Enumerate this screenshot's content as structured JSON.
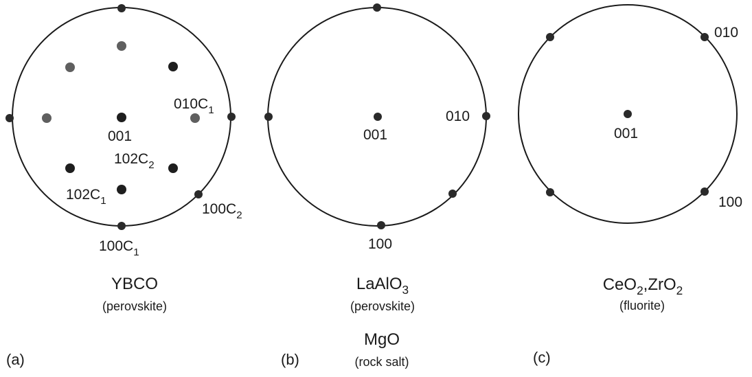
{
  "colors": {
    "line": "#1a1a1a",
    "dot_dark": "#1e1e1e",
    "dot_grey": "#5f5f5f",
    "text": "#1a1a1a"
  },
  "panels": [
    {
      "id": "a",
      "panel_label": "(a)",
      "material": "YBCO",
      "structure": "(perovskite)",
      "poles": {
        "p001": "001",
        "p010c1": {
          "base": "010C",
          "sub": "1"
        },
        "p102c2": {
          "base": "102C",
          "sub": "2"
        },
        "p102c1": {
          "base": "102C",
          "sub": "1"
        },
        "p100c2": {
          "base": "100C",
          "sub": "2"
        },
        "p100c1": {
          "base": "100C",
          "sub": "1"
        }
      }
    },
    {
      "id": "b",
      "panel_label": "(b)",
      "material": {
        "base": "LaAlO",
        "sub": "3"
      },
      "structure": "(perovskite)",
      "material2": "MgO",
      "structure2": "(rock salt)",
      "poles": {
        "p001": "001",
        "p010": "010",
        "p100": "100"
      }
    },
    {
      "id": "c",
      "panel_label": "(c)",
      "material": {
        "a": "CeO",
        "a_sub": "2",
        "sep": ",",
        "b": "ZrO",
        "b_sub": "2"
      },
      "structure": "(fluorite)",
      "poles": {
        "p001": "001",
        "p010": "010",
        "p100": "100"
      }
    }
  ]
}
